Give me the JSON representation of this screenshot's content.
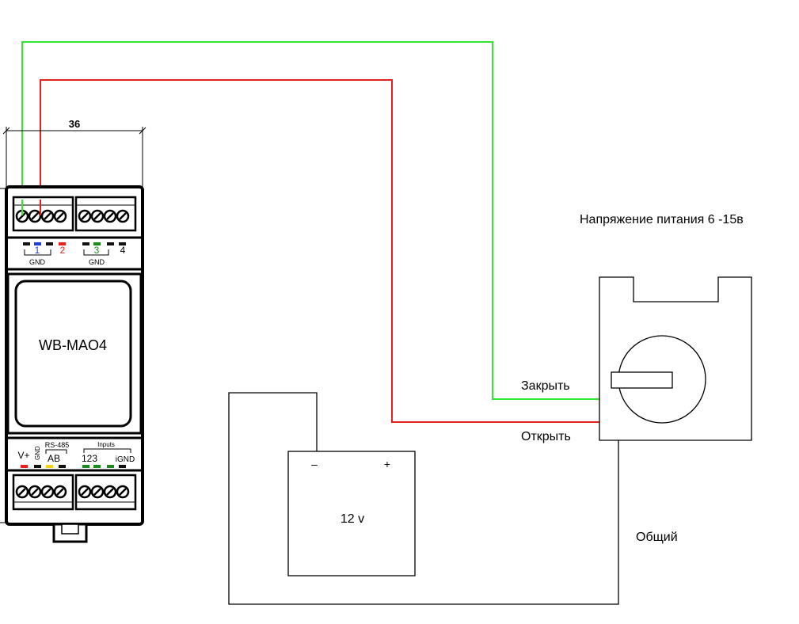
{
  "dimension": {
    "value": "36"
  },
  "module": {
    "name": "WB-MAO4",
    "top_channels": [
      "1",
      "2",
      "3",
      "4"
    ],
    "top_gnd_labels": [
      "GND",
      "GND"
    ],
    "bottom": {
      "vplus": "V+",
      "gnd": "GND",
      "rs485": "RS-485",
      "ab": "AB",
      "inputs": "Inputs",
      "inputs_nums": "123",
      "ignd": "iGND"
    }
  },
  "power_supply": {
    "label": "12 v",
    "minus": "–",
    "plus": "+"
  },
  "actuator": {
    "supply_voltage": "Напряжение питания 6 -15в",
    "close": "Закрыть",
    "open": "Открыть",
    "common": "Общий"
  },
  "colors": {
    "green_wire": "#32e632",
    "red_wire": "#e42320",
    "ch1": "#1f3fd8",
    "ch2": "#e42320",
    "ch3": "#1a8a1a",
    "led_yellow": "#f2d21b"
  }
}
